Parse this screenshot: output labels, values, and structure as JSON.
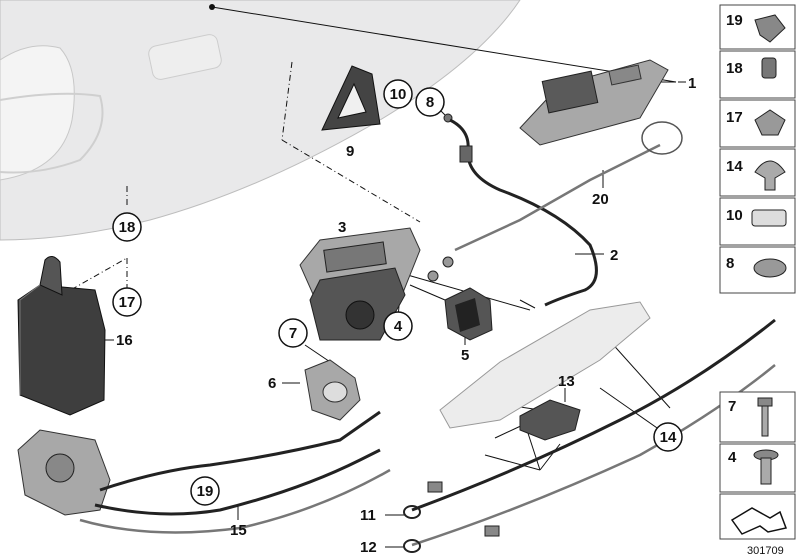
{
  "callouts": {
    "c1": "1",
    "c2": "2",
    "c3": "3",
    "c4": "4",
    "c5": "5",
    "c6": "6",
    "c7": "7",
    "c8": "8",
    "c9": "9",
    "c10": "10",
    "c11": "11",
    "c12": "12",
    "c13": "13",
    "c14": "14",
    "c15": "15",
    "c16": "16",
    "c17": "17",
    "c18": "18",
    "c19": "19",
    "c20": "20"
  },
  "sidebar": {
    "top": [
      "19",
      "18",
      "17",
      "14",
      "10",
      "8"
    ],
    "bottom": [
      "7",
      "4"
    ]
  },
  "reference_number": "301709"
}
